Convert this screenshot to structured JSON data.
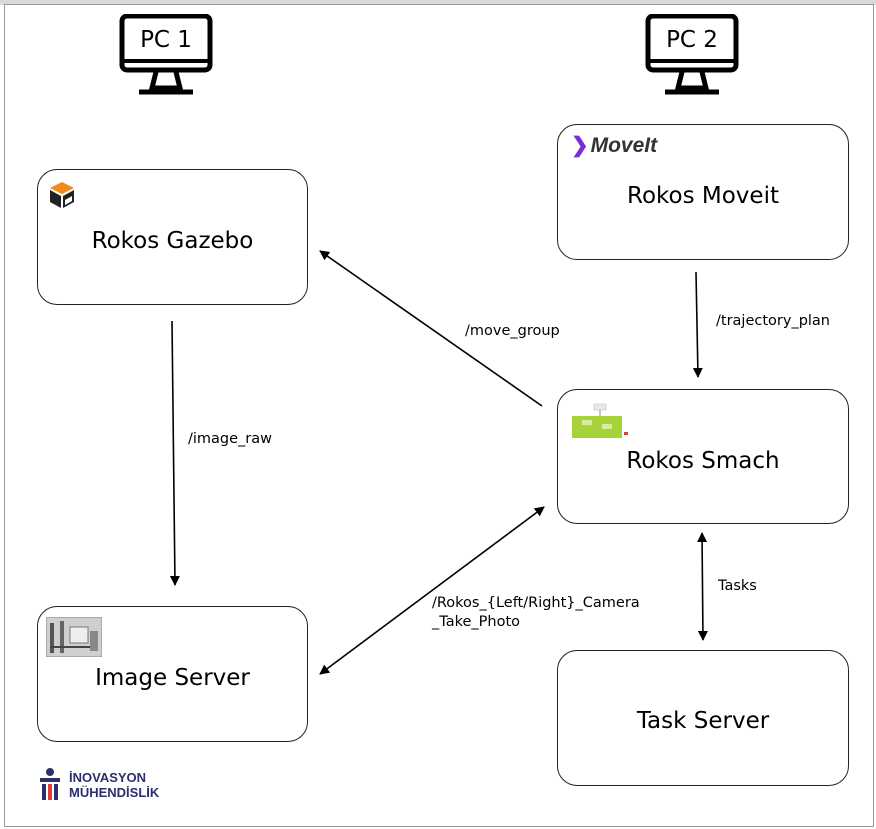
{
  "computers": {
    "pc1": "PC 1",
    "pc2": "PC 2"
  },
  "nodes": {
    "gazebo": "Rokos Gazebo",
    "moveit": "Rokos Moveit",
    "smach": "Rokos Smach",
    "image_server": "Image Server",
    "task_server": "Task Server"
  },
  "edges": {
    "image_raw": "/image_raw",
    "move_group": "/move_group",
    "trajectory_plan": "/trajectory_plan",
    "camera_take_photo": "/Rokos_{Left/Right}_Camera\n_Take_Photo",
    "tasks": "Tasks"
  },
  "logos": {
    "moveit": "MoveIt",
    "company_line1": "İNOVASYON",
    "company_line2": "MÜHENDİSLİK"
  },
  "icons": [
    "monitor-icon",
    "gazebo-logo-icon",
    "moveit-logo-icon",
    "smach-thumbnail-icon",
    "image-thumbnail-icon",
    "company-logo-icon"
  ]
}
